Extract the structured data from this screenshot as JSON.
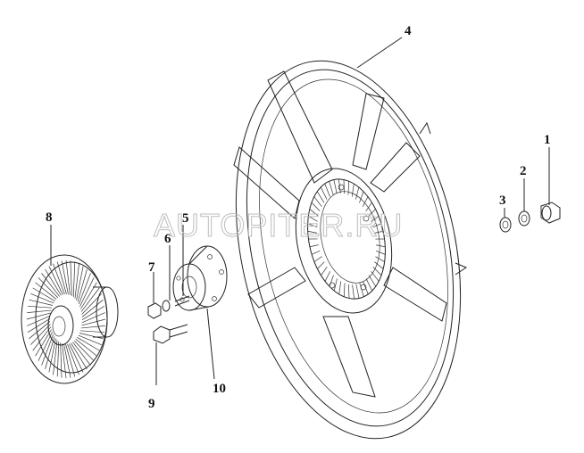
{
  "watermark": "AUTOPITER.RU",
  "callouts": {
    "c1": "1",
    "c2": "2",
    "c3": "3",
    "c4": "4",
    "c5": "5",
    "c6": "6",
    "c7": "7",
    "c8": "8",
    "c9": "9",
    "c10": "10"
  }
}
